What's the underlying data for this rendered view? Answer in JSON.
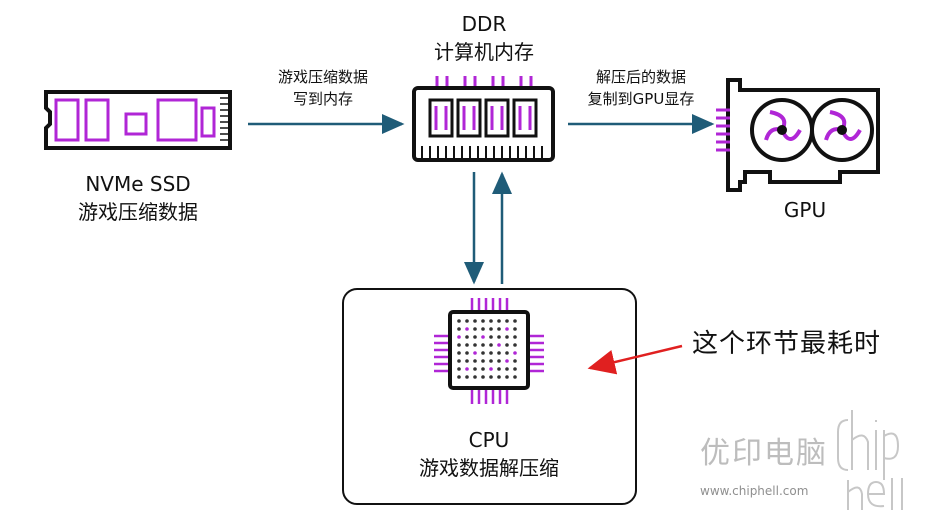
{
  "nodes": {
    "ssd": {
      "title": "NVMe SSD",
      "subtitle": "游戏压缩数据"
    },
    "ddr": {
      "title": "DDR",
      "subtitle": "计算机内存"
    },
    "gpu": {
      "title": "GPU"
    },
    "cpu": {
      "title": "CPU",
      "subtitle": "游戏数据解压缩"
    }
  },
  "edges": {
    "ssd_to_ddr": {
      "line1": "游戏压缩数据",
      "line2": "写到内存"
    },
    "ddr_to_gpu": {
      "line1": "解压后的数据",
      "line2": "复制到GPU显存"
    }
  },
  "annotation": {
    "text": "这个环节最耗时"
  },
  "watermark": {
    "chinese": "优印电脑",
    "site": "www.chiphell.com",
    "logo_text": "chip hell"
  },
  "colors": {
    "arrow": "#1f5c78",
    "accent": "#b026d6",
    "outline": "#111111",
    "red_arrow": "#e02020"
  }
}
